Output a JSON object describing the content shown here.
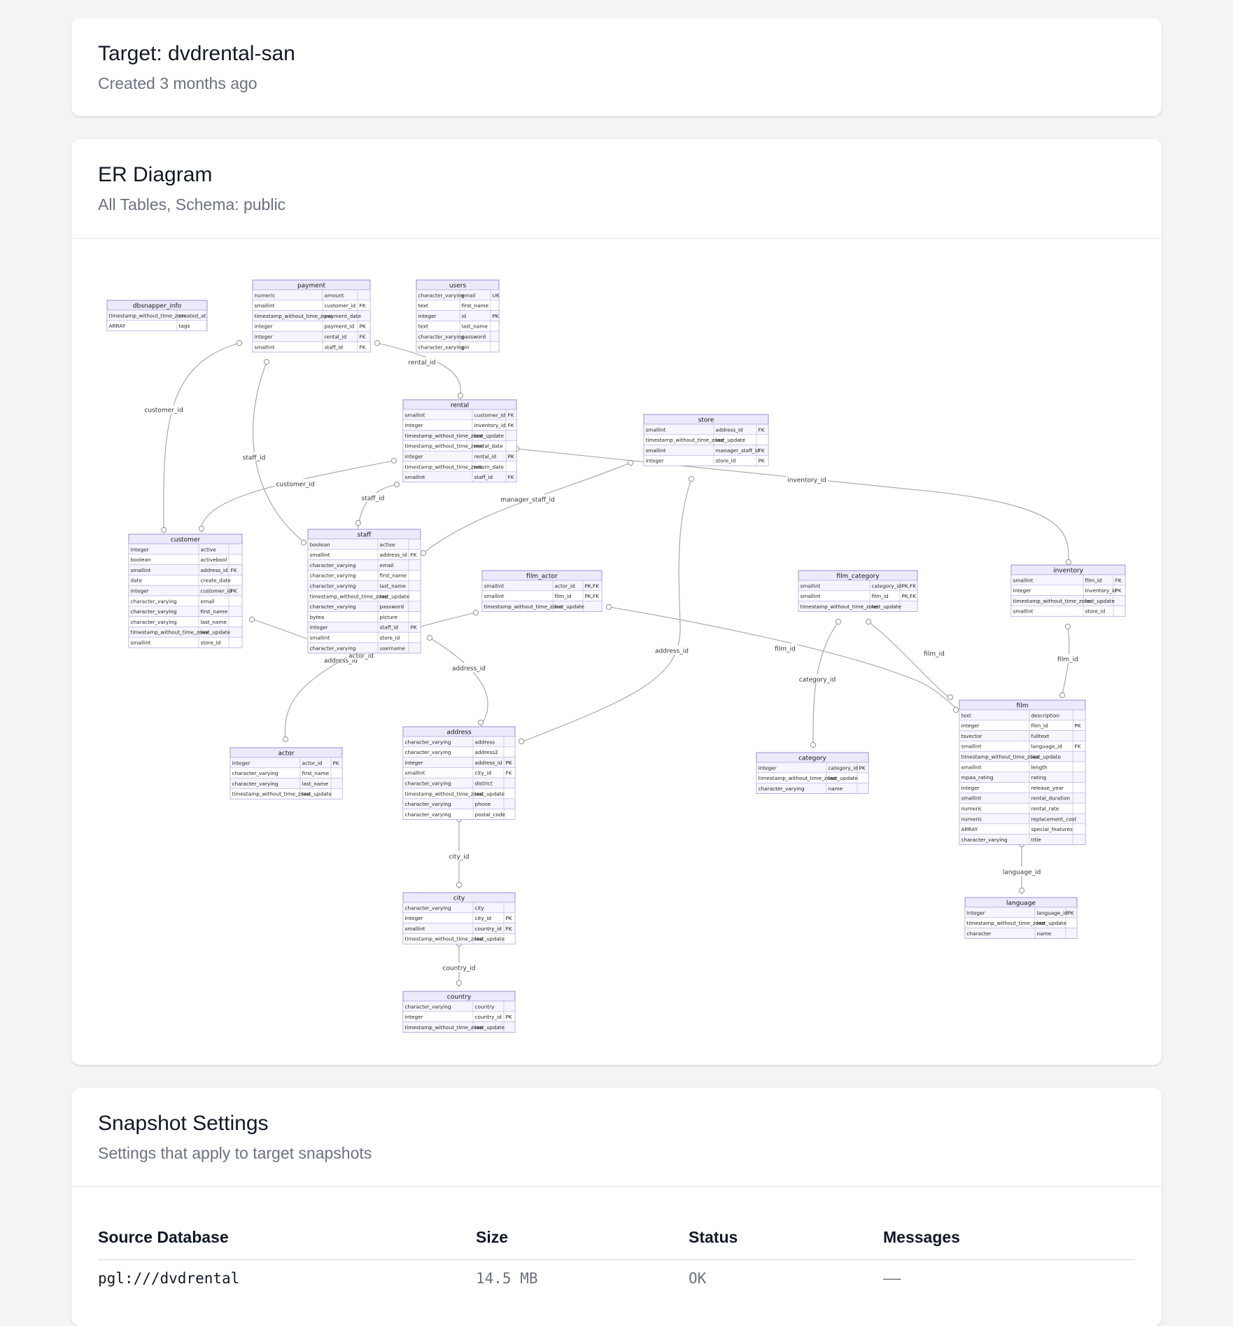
{
  "target": {
    "title": "Target: dvdrental-san",
    "created": "Created 3 months ago"
  },
  "er": {
    "title": "ER Diagram",
    "subtitle": "All Tables, Schema: public",
    "tables": [
      {
        "name": "dbsnapper_info",
        "cols": [
          [
            "timestamp_without_time_zone",
            "created_at",
            ""
          ],
          [
            "ARRAY",
            "tags",
            ""
          ]
        ]
      },
      {
        "name": "payment",
        "cols": [
          [
            "numeric",
            "amount",
            ""
          ],
          [
            "smallint",
            "customer_id",
            "FK"
          ],
          [
            "timestamp_without_time_zone",
            "payment_date",
            ""
          ],
          [
            "integer",
            "payment_id",
            "PK"
          ],
          [
            "integer",
            "rental_id",
            "FK"
          ],
          [
            "smallint",
            "staff_id",
            "FK"
          ]
        ]
      },
      {
        "name": "users",
        "cols": [
          [
            "character_varying",
            "email",
            "UK"
          ],
          [
            "text",
            "first_name",
            ""
          ],
          [
            "integer",
            "id",
            "PK"
          ],
          [
            "text",
            "last_name",
            ""
          ],
          [
            "character_varying",
            "password",
            ""
          ],
          [
            "character_varying",
            "pin",
            ""
          ]
        ]
      },
      {
        "name": "rental",
        "cols": [
          [
            "smallint",
            "customer_id",
            "FK"
          ],
          [
            "integer",
            "inventory_id",
            "FK"
          ],
          [
            "timestamp_without_time_zone",
            "last_update",
            ""
          ],
          [
            "timestamp_without_time_zone",
            "rental_date",
            ""
          ],
          [
            "integer",
            "rental_id",
            "PK"
          ],
          [
            "timestamp_without_time_zone",
            "return_date",
            ""
          ],
          [
            "smallint",
            "staff_id",
            "FK"
          ]
        ]
      },
      {
        "name": "store",
        "cols": [
          [
            "smallint",
            "address_id",
            "FK"
          ],
          [
            "timestamp_without_time_zone",
            "last_update",
            ""
          ],
          [
            "smallint",
            "manager_staff_id",
            "FK"
          ],
          [
            "integer",
            "store_id",
            "PK"
          ]
        ]
      },
      {
        "name": "customer",
        "cols": [
          [
            "integer",
            "active",
            ""
          ],
          [
            "boolean",
            "activebool",
            ""
          ],
          [
            "smallint",
            "address_id",
            "FK"
          ],
          [
            "date",
            "create_date",
            ""
          ],
          [
            "integer",
            "customer_id",
            "PK"
          ],
          [
            "character_varying",
            "email",
            ""
          ],
          [
            "character_varying",
            "first_name",
            ""
          ],
          [
            "character_varying",
            "last_name",
            ""
          ],
          [
            "timestamp_without_time_zone",
            "last_update",
            ""
          ],
          [
            "smallint",
            "store_id",
            ""
          ]
        ]
      },
      {
        "name": "staff",
        "cols": [
          [
            "boolean",
            "active",
            ""
          ],
          [
            "smallint",
            "address_id",
            "FK"
          ],
          [
            "character_varying",
            "email",
            ""
          ],
          [
            "character_varying",
            "first_name",
            ""
          ],
          [
            "character_varying",
            "last_name",
            ""
          ],
          [
            "timestamp_without_time_zone",
            "last_update",
            ""
          ],
          [
            "character_varying",
            "password",
            ""
          ],
          [
            "bytea",
            "picture",
            ""
          ],
          [
            "integer",
            "staff_id",
            "PK"
          ],
          [
            "smallint",
            "store_id",
            ""
          ],
          [
            "character_varying",
            "username",
            ""
          ]
        ]
      },
      {
        "name": "film_actor",
        "cols": [
          [
            "smallint",
            "actor_id",
            "PK,FK"
          ],
          [
            "smallint",
            "film_id",
            "PK,FK"
          ],
          [
            "timestamp_without_time_zone",
            "last_update",
            ""
          ]
        ]
      },
      {
        "name": "film_category",
        "cols": [
          [
            "smallint",
            "category_id",
            "PK,FK"
          ],
          [
            "smallint",
            "film_id",
            "PK,FK"
          ],
          [
            "timestamp_without_time_zone",
            "last_update",
            ""
          ]
        ]
      },
      {
        "name": "inventory",
        "cols": [
          [
            "smallint",
            "film_id",
            "FK"
          ],
          [
            "integer",
            "inventory_id",
            "PK"
          ],
          [
            "timestamp_without_time_zone",
            "last_update",
            ""
          ],
          [
            "smallint",
            "store_id",
            ""
          ]
        ]
      },
      {
        "name": "actor",
        "cols": [
          [
            "integer",
            "actor_id",
            "PK"
          ],
          [
            "character_varying",
            "first_name",
            ""
          ],
          [
            "character_varying",
            "last_name",
            ""
          ],
          [
            "timestamp_without_time_zone",
            "last_update",
            ""
          ]
        ]
      },
      {
        "name": "address",
        "cols": [
          [
            "character_varying",
            "address",
            ""
          ],
          [
            "character_varying",
            "address2",
            ""
          ],
          [
            "integer",
            "address_id",
            "PK"
          ],
          [
            "smallint",
            "city_id",
            "FK"
          ],
          [
            "character_varying",
            "district",
            ""
          ],
          [
            "timestamp_without_time_zone",
            "last_update",
            ""
          ],
          [
            "character_varying",
            "phone",
            ""
          ],
          [
            "character_varying",
            "postal_code",
            ""
          ]
        ]
      },
      {
        "name": "category",
        "cols": [
          [
            "integer",
            "category_id",
            "PK"
          ],
          [
            "timestamp_without_time_zone",
            "last_update",
            ""
          ],
          [
            "character_varying",
            "name",
            ""
          ]
        ]
      },
      {
        "name": "film",
        "cols": [
          [
            "text",
            "description",
            ""
          ],
          [
            "integer",
            "film_id",
            "PK"
          ],
          [
            "tsvector",
            "fulltext",
            ""
          ],
          [
            "smallint",
            "language_id",
            "FK"
          ],
          [
            "timestamp_without_time_zone",
            "last_update",
            ""
          ],
          [
            "smallint",
            "length",
            ""
          ],
          [
            "mpaa_rating",
            "rating",
            ""
          ],
          [
            "integer",
            "release_year",
            ""
          ],
          [
            "smallint",
            "rental_duration",
            ""
          ],
          [
            "numeric",
            "rental_rate",
            ""
          ],
          [
            "numeric",
            "replacement_cost",
            ""
          ],
          [
            "ARRAY",
            "special_features",
            ""
          ],
          [
            "character_varying",
            "title",
            ""
          ]
        ]
      },
      {
        "name": "city",
        "cols": [
          [
            "character_varying",
            "city",
            ""
          ],
          [
            "integer",
            "city_id",
            "PK"
          ],
          [
            "smallint",
            "country_id",
            "FK"
          ],
          [
            "timestamp_without_time_zone",
            "last_update",
            ""
          ]
        ]
      },
      {
        "name": "language",
        "cols": [
          [
            "integer",
            "language_id",
            "PK"
          ],
          [
            "timestamp_without_time_zone",
            "last_update",
            ""
          ],
          [
            "character",
            "name",
            ""
          ]
        ]
      },
      {
        "name": "country",
        "cols": [
          [
            "character_varying",
            "country",
            ""
          ],
          [
            "integer",
            "country_id",
            "PK"
          ],
          [
            "timestamp_without_time_zone",
            "last_update",
            ""
          ]
        ]
      }
    ],
    "relationships": [
      {
        "label": "customer_id",
        "from": "payment",
        "to": "customer"
      },
      {
        "label": "rental_id",
        "from": "payment",
        "to": "rental"
      },
      {
        "label": "staff_id",
        "from": "payment",
        "to": "staff"
      },
      {
        "label": "customer_id",
        "from": "rental",
        "to": "customer"
      },
      {
        "label": "staff_id",
        "from": "rental",
        "to": "staff"
      },
      {
        "label": "manager_staff_id",
        "from": "store",
        "to": "staff"
      },
      {
        "label": "inventory_id",
        "from": "rental",
        "to": "inventory"
      },
      {
        "label": "address_id",
        "from": "store",
        "to": "address"
      },
      {
        "label": "address_id",
        "from": "customer",
        "to": "address"
      },
      {
        "label": "address_id",
        "from": "staff",
        "to": "address"
      },
      {
        "label": "actor_id",
        "from": "film_actor",
        "to": "actor"
      },
      {
        "label": "film_id",
        "from": "film_actor",
        "to": "film"
      },
      {
        "label": "film_id",
        "from": "film_category",
        "to": "film"
      },
      {
        "label": "category_id",
        "from": "film_category",
        "to": "category"
      },
      {
        "label": "film_id",
        "from": "inventory",
        "to": "film"
      },
      {
        "label": "language_id",
        "from": "film",
        "to": "language"
      },
      {
        "label": "city_id",
        "from": "address",
        "to": "city"
      },
      {
        "label": "country_id",
        "from": "city",
        "to": "country"
      }
    ]
  },
  "snapshot": {
    "title": "Snapshot Settings",
    "subtitle": "Settings that apply to target snapshots",
    "headers": {
      "source": "Source Database",
      "size": "Size",
      "status": "Status",
      "messages": "Messages"
    },
    "row": {
      "source": "pgl:///dvdrental",
      "size": "14.5 MB",
      "status": "OK",
      "messages": "——"
    }
  }
}
